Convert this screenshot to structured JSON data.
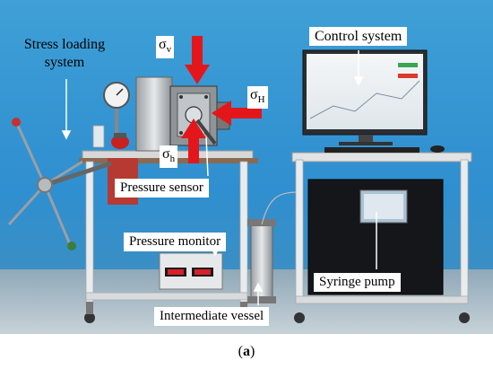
{
  "labels": {
    "stress_loading_line1": "Stress loading",
    "stress_loading_line2": "system",
    "control_system": "Control system",
    "pressure_sensor": "Pressure sensor",
    "pressure_monitor": "Pressure monitor",
    "syringe_pump": "Syringe pump",
    "intermediate_vessel": "Intermediate vessel"
  },
  "stress_symbols": {
    "sigma": "σ",
    "vertical_sub": "v",
    "horizontal_max_sub": "H",
    "horizontal_min_sub": "h"
  },
  "caption": {
    "open": "(",
    "letter": "a",
    "close": ")"
  },
  "colors": {
    "arrow_red": "#e3171b",
    "pointer_white": "#ffffff"
  }
}
